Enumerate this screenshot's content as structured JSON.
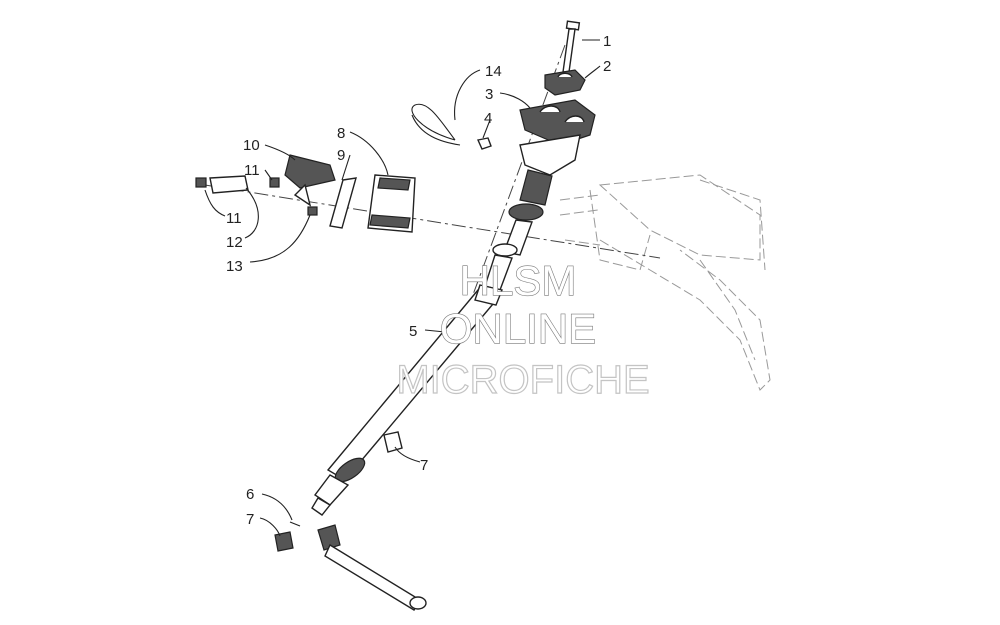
{
  "callouts": [
    {
      "id": "c1",
      "label": "1"
    },
    {
      "id": "c2",
      "label": "2"
    },
    {
      "id": "c3",
      "label": "3"
    },
    {
      "id": "c4",
      "label": "4"
    },
    {
      "id": "c5",
      "label": "5"
    },
    {
      "id": "c6",
      "label": "6"
    },
    {
      "id": "c7a",
      "label": "7"
    },
    {
      "id": "c7b",
      "label": "7"
    },
    {
      "id": "c8",
      "label": "8"
    },
    {
      "id": "c9",
      "label": "9"
    },
    {
      "id": "c10",
      "label": "10"
    },
    {
      "id": "c11a",
      "label": "11"
    },
    {
      "id": "c11b",
      "label": "11"
    },
    {
      "id": "c12",
      "label": "12"
    },
    {
      "id": "c13",
      "label": "13"
    },
    {
      "id": "c14",
      "label": "14"
    }
  ],
  "watermark": {
    "line1": "HLSM",
    "line2": "ONLINE",
    "line3": "MICROFICHE"
  }
}
